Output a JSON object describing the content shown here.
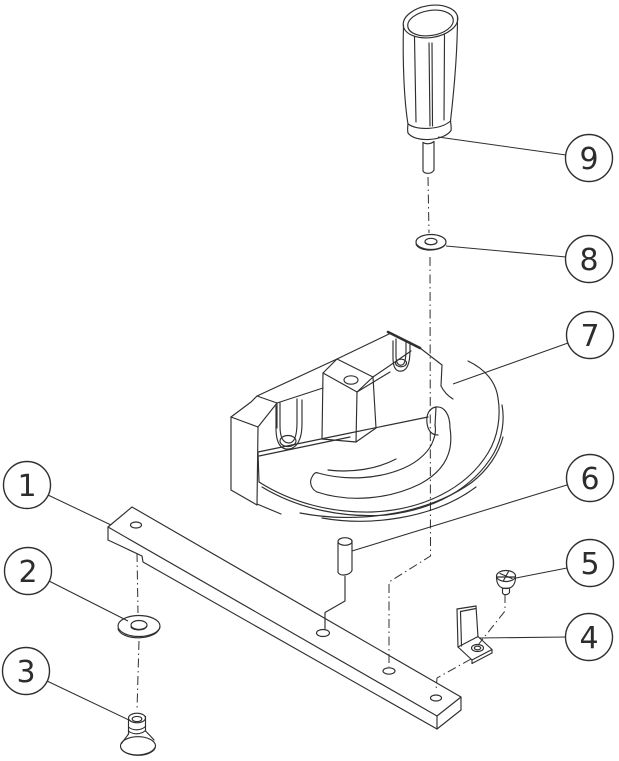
{
  "figure": {
    "background_color": "#ffffff",
    "line_color": "#2f2f2f",
    "callouts": [
      {
        "number": "1"
      },
      {
        "number": "2"
      },
      {
        "number": "3"
      },
      {
        "number": "4"
      },
      {
        "number": "5"
      },
      {
        "number": "6"
      },
      {
        "number": "7"
      },
      {
        "number": "8"
      },
      {
        "number": "9"
      }
    ]
  }
}
